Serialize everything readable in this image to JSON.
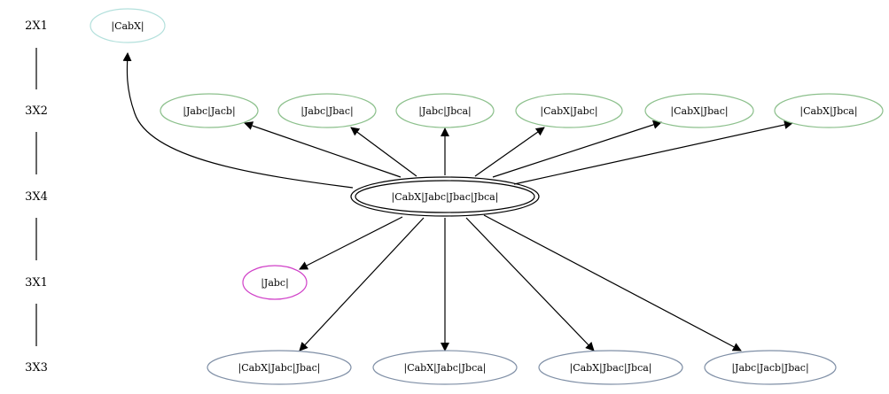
{
  "ranks": [
    {
      "id": "r0",
      "label": "2X1"
    },
    {
      "id": "r1",
      "label": "3X2"
    },
    {
      "id": "r2",
      "label": "3X4"
    },
    {
      "id": "r3",
      "label": "3X1"
    },
    {
      "id": "r4",
      "label": "3X3"
    }
  ],
  "colors": {
    "rank0": "#b3e0dc",
    "rank1": "#8cc08c",
    "center": "#000000",
    "rank3": "#d040c8",
    "rank4": "#7f8fa6",
    "edge": "#000000"
  },
  "nodes": {
    "cabx": {
      "label": "|CabX|"
    },
    "jabc_jacb": {
      "label": "|Jabc|Jacb|"
    },
    "jabc_jbac": {
      "label": "|Jabc|Jbac|"
    },
    "jabc_jbca": {
      "label": "|Jabc|Jbca|"
    },
    "cabx_jabc": {
      "label": "|CabX|Jabc|"
    },
    "cabx_jbac": {
      "label": "|CabX|Jbac|"
    },
    "cabx_jbca": {
      "label": "|CabX|Jbca|"
    },
    "center": {
      "label": "|CabX|Jabc|Jbac|Jbca|"
    },
    "jabc": {
      "label": "|Jabc|"
    },
    "cabx_jabc_jbac": {
      "label": "|CabX|Jabc|Jbac|"
    },
    "cabx_jabc_jbca": {
      "label": "|CabX|Jabc|Jbca|"
    },
    "cabx_jbac_jbca": {
      "label": "|CabX|Jbac|Jbca|"
    },
    "jabc_jacb_jbac": {
      "label": "|Jabc|Jacb|Jbac|"
    }
  },
  "edges": [
    {
      "from": "center",
      "to": "cabx"
    },
    {
      "from": "center",
      "to": "jabc_jacb"
    },
    {
      "from": "center",
      "to": "jabc_jbac"
    },
    {
      "from": "center",
      "to": "jabc_jbca"
    },
    {
      "from": "center",
      "to": "cabx_jabc"
    },
    {
      "from": "center",
      "to": "cabx_jbac"
    },
    {
      "from": "center",
      "to": "cabx_jbca"
    },
    {
      "from": "center",
      "to": "jabc"
    },
    {
      "from": "center",
      "to": "cabx_jabc_jbac"
    },
    {
      "from": "center",
      "to": "cabx_jabc_jbca"
    },
    {
      "from": "center",
      "to": "cabx_jbac_jbca"
    },
    {
      "from": "center",
      "to": "jabc_jacb_jbac"
    }
  ]
}
